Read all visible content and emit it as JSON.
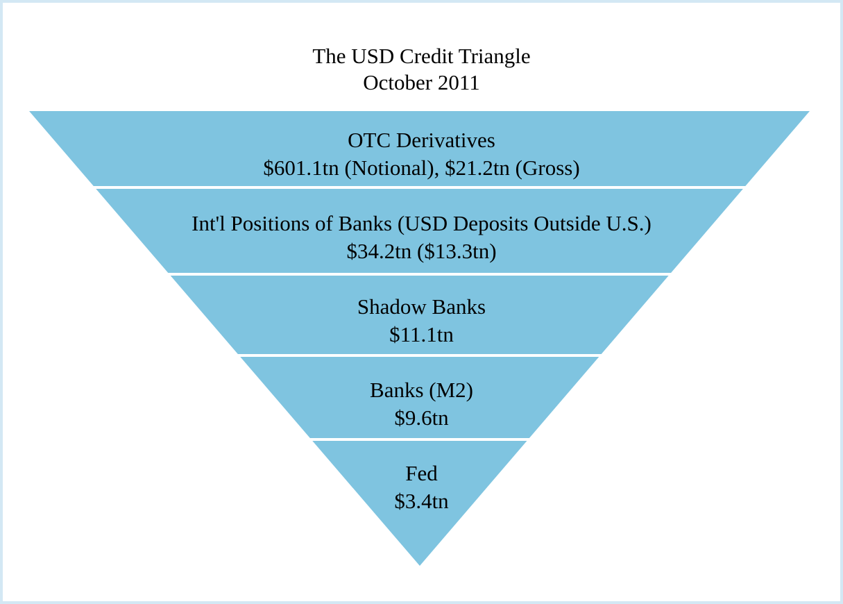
{
  "title": "The USD Credit Triangle",
  "subtitle": "October 2011",
  "colors": {
    "band": "#7fc4e0",
    "border": "#d3e8f4",
    "separator": "#ffffff"
  },
  "tiers": [
    {
      "name": "OTC Derivatives",
      "value": "$601.1tn (Notional), $21.2tn (Gross)"
    },
    {
      "name": "Int'l Positions of Banks (USD Deposits Outside U.S.)",
      "value": "$34.2tn ($13.3tn)"
    },
    {
      "name": "Shadow Banks",
      "value": "$11.1tn"
    },
    {
      "name": "Banks (M2)",
      "value": "$9.6tn"
    },
    {
      "name": "Fed",
      "value": "$3.4tn"
    }
  ]
}
